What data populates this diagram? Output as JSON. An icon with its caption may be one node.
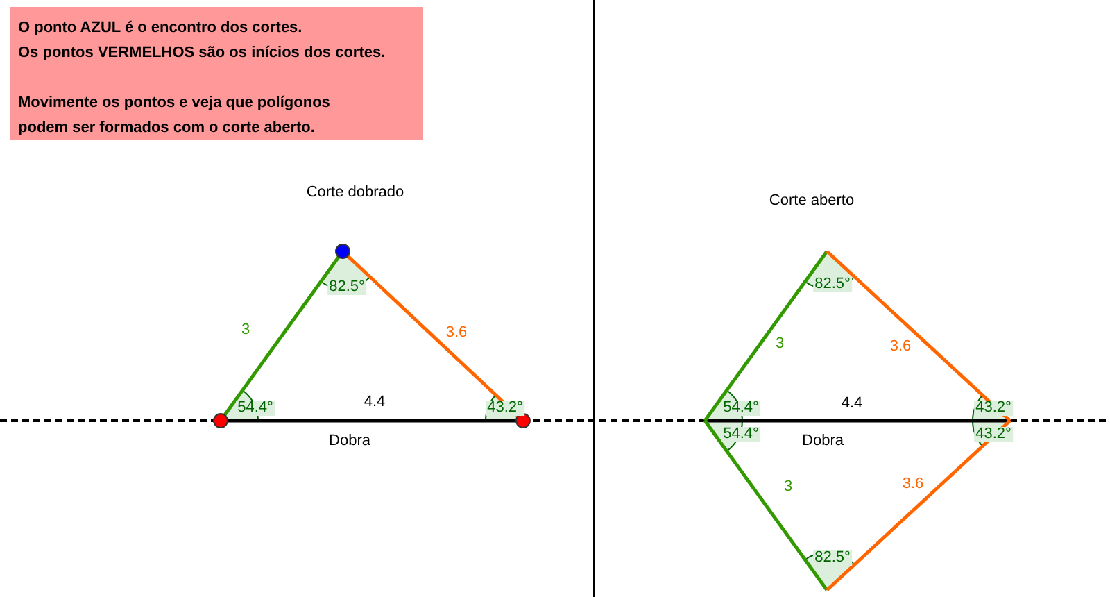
{
  "diagram": {
    "nodes": [
      {
        "text": [
          "O ponto AZUL é o encontro dos cortes.",
          "Os pontos VERMELHOS são os inícios dos cortes.",
          "Movimente os pontos e veja que polígonos podem ser formados com o corte aberto."
        ]
      }
    ],
    "labels": [
      "Corte dobrado",
      "82.5°",
      "3",
      "3.6",
      "54.4°",
      "4.4",
      "43.2°",
      "Dobra",
      "Corte aberto",
      "82.5°",
      "3",
      "3.6",
      "54.4°",
      "4.4",
      "43.2°",
      "54.4°",
      "Dobra",
      "43.2°",
      "3",
      "3.6",
      "82.5°"
    ]
  }
}
